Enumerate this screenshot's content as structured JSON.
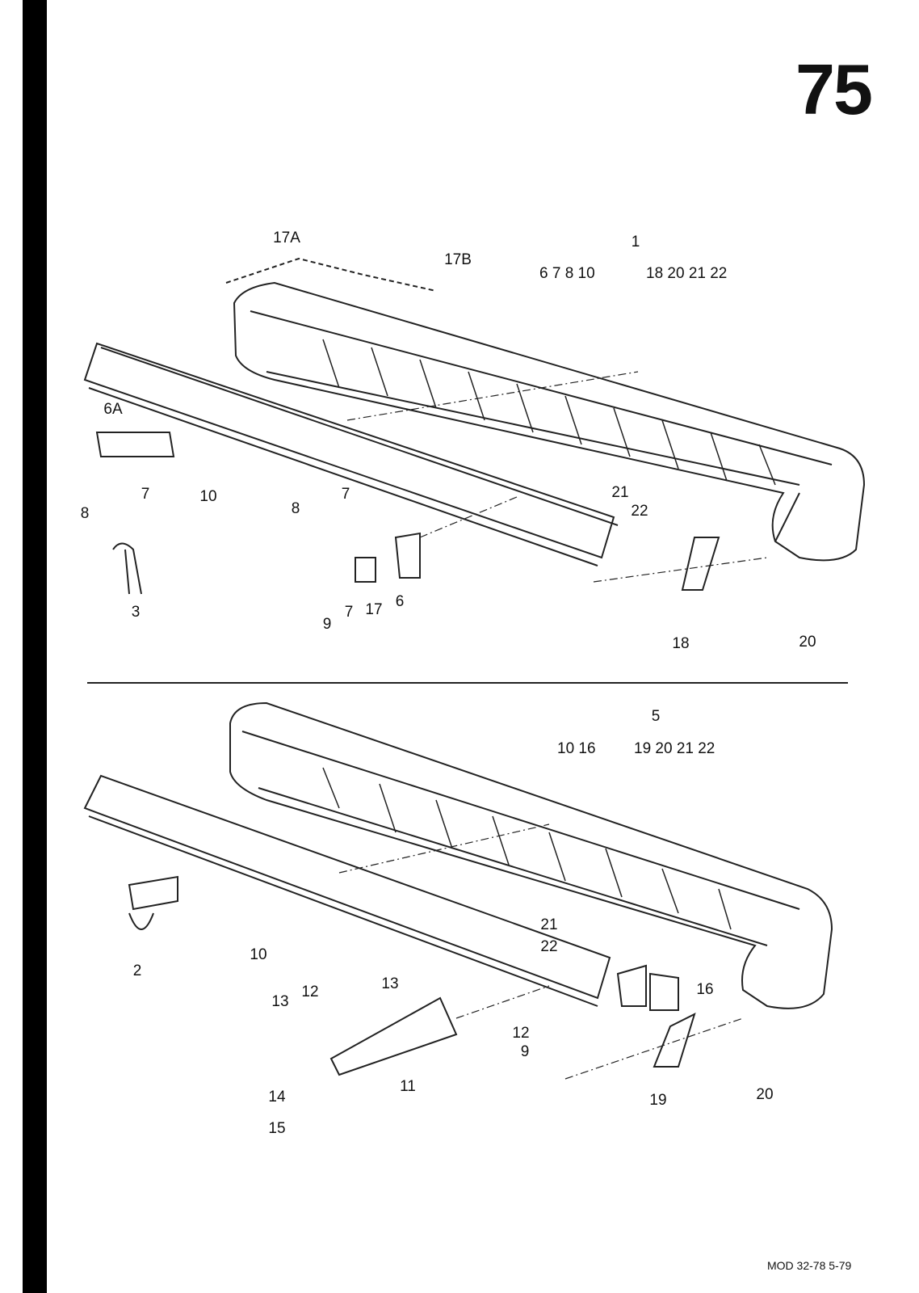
{
  "page_number": "75",
  "footer": "MOD 32-78  5-79",
  "top_assembly": {
    "main_part": "1",
    "group_left": "6 7 8 10",
    "group_right": "18 20 21 22",
    "callouts": [
      "17A",
      "17B",
      "6A",
      "8",
      "7",
      "10",
      "3",
      "8",
      "7",
      "21",
      "22",
      "9",
      "7",
      "17",
      "6",
      "18",
      "20"
    ]
  },
  "bottom_assembly": {
    "main_part": "5",
    "group_left": "10 16",
    "group_right": "19 20 21 22",
    "callouts": [
      "2",
      "10",
      "21",
      "22",
      "13",
      "13",
      "12",
      "16",
      "12",
      "9",
      "11",
      "14",
      "15",
      "19",
      "20"
    ]
  }
}
